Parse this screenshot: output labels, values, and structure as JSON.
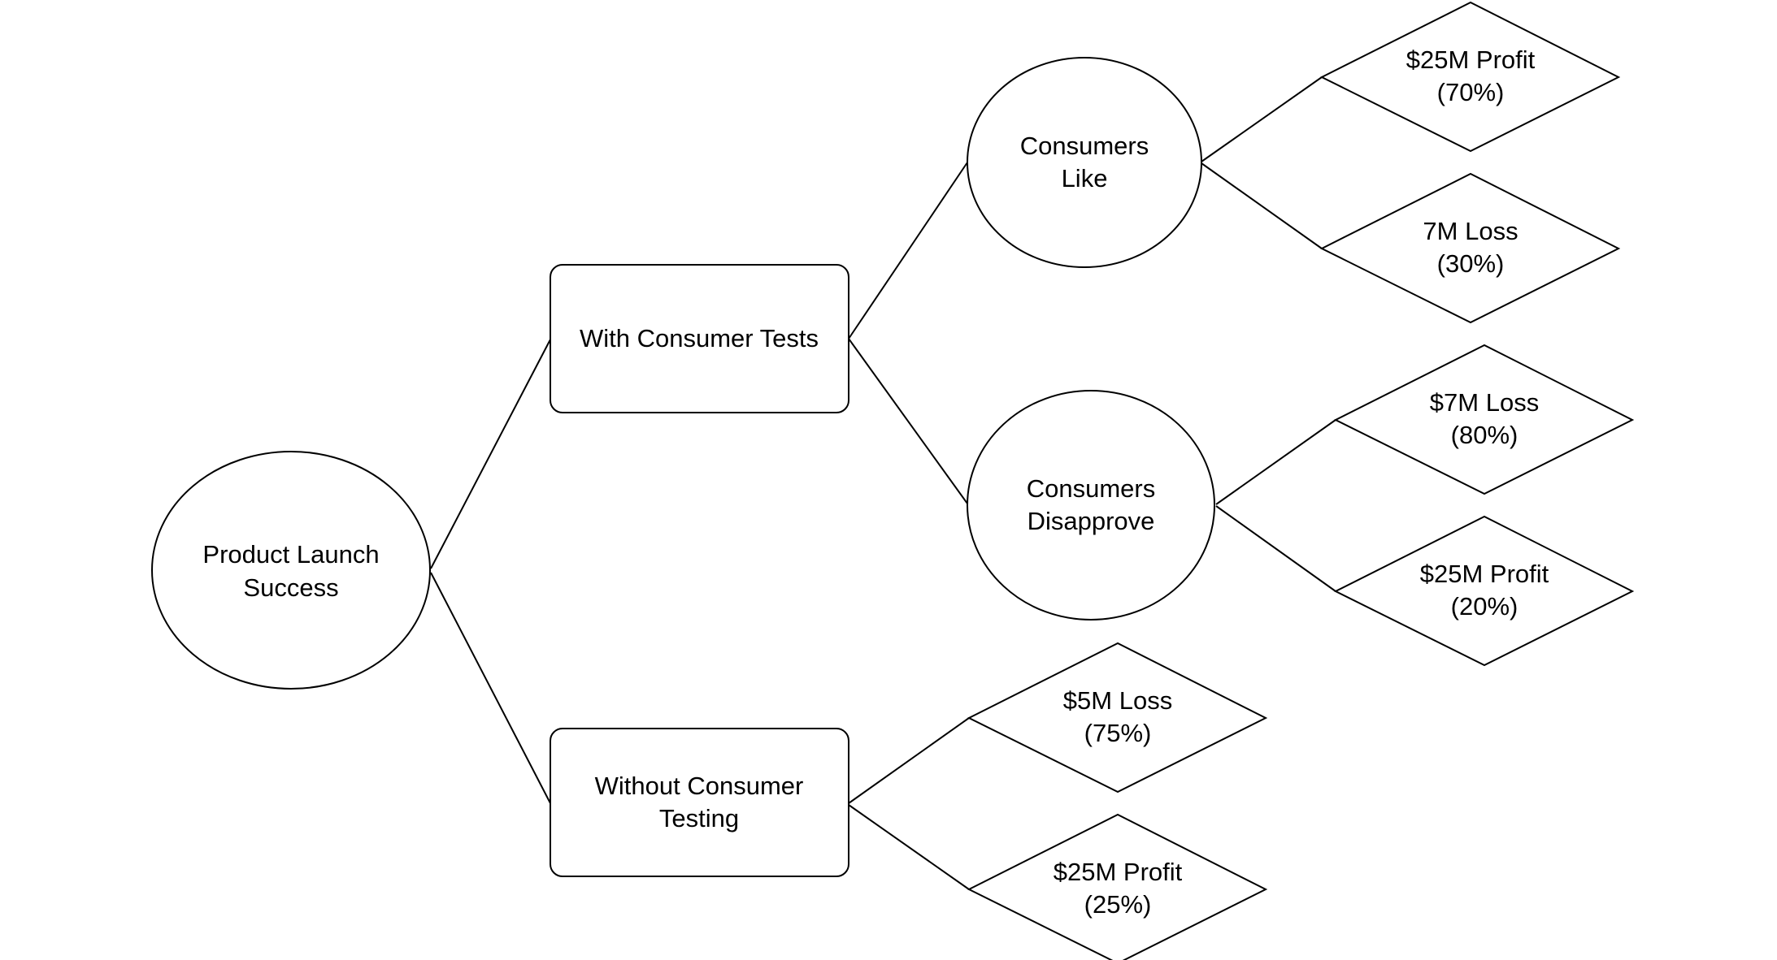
{
  "root": {
    "line1": "Product Launch",
    "line2": "Success"
  },
  "branches": {
    "with_tests": {
      "label": "With Consumer Tests"
    },
    "without_tests": {
      "line1": "Without Consumer",
      "line2": "Testing"
    }
  },
  "chance": {
    "consumers_like": {
      "line1": "Consumers",
      "line2": "Like"
    },
    "consumers_disapprove": {
      "line1": "Consumers",
      "line2": "Disapprove"
    }
  },
  "outcomes": {
    "like_profit": {
      "amount": "$25M Profit",
      "prob": "(70%)"
    },
    "like_loss": {
      "amount": "7M Loss",
      "prob": "(30%)"
    },
    "disapprove_loss": {
      "amount": "$7M Loss",
      "prob": "(80%)"
    },
    "disapprove_profit": {
      "amount": "$25M Profit",
      "prob": "(20%)"
    },
    "without_loss": {
      "amount": "$5M Loss",
      "prob": "(75%)"
    },
    "without_profit": {
      "amount": "$25M Profit",
      "prob": "(25%)"
    }
  },
  "colors": {
    "stroke": "#000000",
    "fill": "#ffffff",
    "text": "#000000"
  }
}
